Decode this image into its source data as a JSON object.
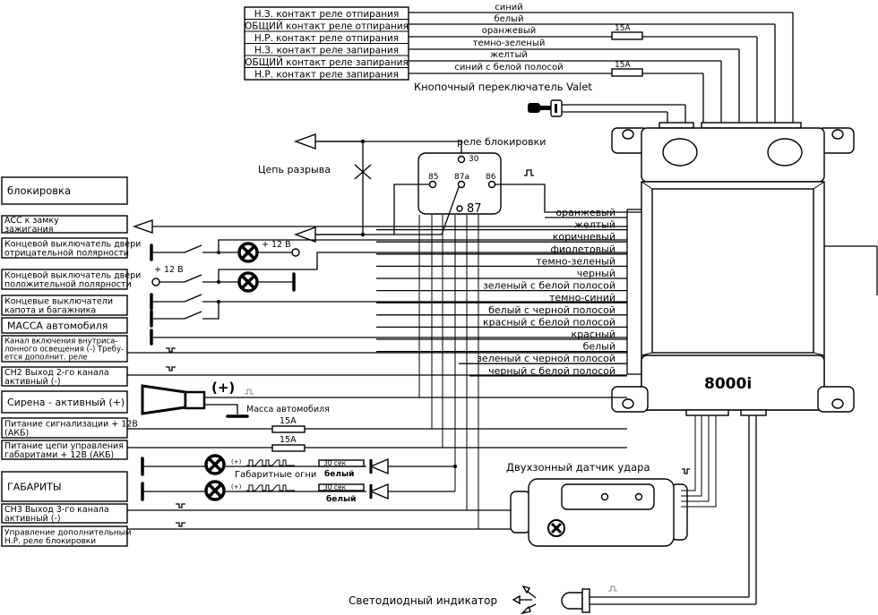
{
  "unit": {
    "model": "8000i"
  },
  "top_relays": {
    "labels": [
      "Н.З. контакт реле отпирания",
      "ОБЩИЙ контакт реле отпирания",
      "Н.Р. контакт реле отпирания",
      "Н.З. контакт реле запирания",
      "ОБЩИЙ контакт реле запирания",
      "Н.Р. контакт реле запирания"
    ],
    "wires": [
      "синий",
      "белый",
      "оранжевый",
      "темно-зеленый",
      "желтый",
      "синий с белой полосой"
    ],
    "fuses": [
      "15A",
      "15A"
    ]
  },
  "valet": {
    "label": "Кнопочный переключатель Valet"
  },
  "relay_block": {
    "title": "реле блокировки",
    "circuit_label": "Цепь разрыва",
    "pins": [
      "30",
      "85",
      "87a",
      "86",
      "87"
    ]
  },
  "right_wires": [
    "оранжевый",
    "желтый",
    "коричневый",
    "фиолетовый",
    "темно-зеленый",
    "черный",
    "зеленый с белой полосой",
    "темно-синий",
    "белый с черной полосой",
    "красный с белой полосой",
    "красный",
    "белый",
    "зеленый с черной полосой",
    "черный с белой полосой"
  ],
  "left_labels": [
    "блокировка",
    "ACC к замку зажигания",
    "Концевой выключатель двери отрицательной полярности",
    "Концевой выключатель двери положительной полярности",
    "Концевые выключатели капота и багажника",
    "МАССА автомобиля",
    "Канал включения внутрисалонного освещения (-) Требуется дополнит. реле",
    "СН2 Выход 2-го канала активный (-)",
    "Сирена - активный (+)",
    "Питание сигнализации + 12В (АКБ)",
    "Питание цепи управления габаритами + 12В (АКБ)",
    "ГАБАРИТЫ",
    "СН3 Выход 3-го канала активный (-)",
    "Управление дополнительным Н.Р. реле блокировки"
  ],
  "left_label_lines": [
    [
      "блокировка"
    ],
    [
      "ACC к замку",
      "зажигания"
    ],
    [
      "Концевой выключатель двери",
      "отрицательной полярности"
    ],
    [
      "Концевой выключатель двери",
      "положительной полярности"
    ],
    [
      "Концевые выключатели",
      "капота и багажника"
    ],
    [
      "МАССА автомобиля"
    ],
    [
      "Канал включения внутрисa-",
      "лонного освещения (-) Требу-",
      "ется дополнит. реле"
    ],
    [
      "СН2 Выход 2-го канала",
      "активный (-)"
    ],
    [
      "Сирена - активный (+)"
    ],
    [
      "Питание сигнализации + 12В",
      "(АКБ)"
    ],
    [
      "Питание цепи управления",
      "габаритами + 12В (АКБ)"
    ],
    [
      "ГАБАРИТЫ"
    ],
    [
      "СН3 Выход 3-го канала",
      "активный (-)"
    ],
    [
      "Управление дополнительным",
      "Н.Р. реле блокировки"
    ]
  ],
  "annotations": {
    "plus12_a": "+ 12 В",
    "plus12_b": "+ 12 В",
    "siren_polarity": "(+)",
    "ground": "Масса автомобиля",
    "fuse_a": "15А",
    "fuse_b": "15А",
    "parking_lights": "Габаритные огни",
    "timer_a": "30 сек",
    "timer_b": "30 сек",
    "white_a": "белый",
    "white_b": "белый",
    "pulse_plus_a": "(+)",
    "pulse_plus_b": "(+)"
  },
  "shock_sensor": {
    "label": "Двухзонный датчик удара"
  },
  "led": {
    "label": "Светодиодный индикатор"
  }
}
